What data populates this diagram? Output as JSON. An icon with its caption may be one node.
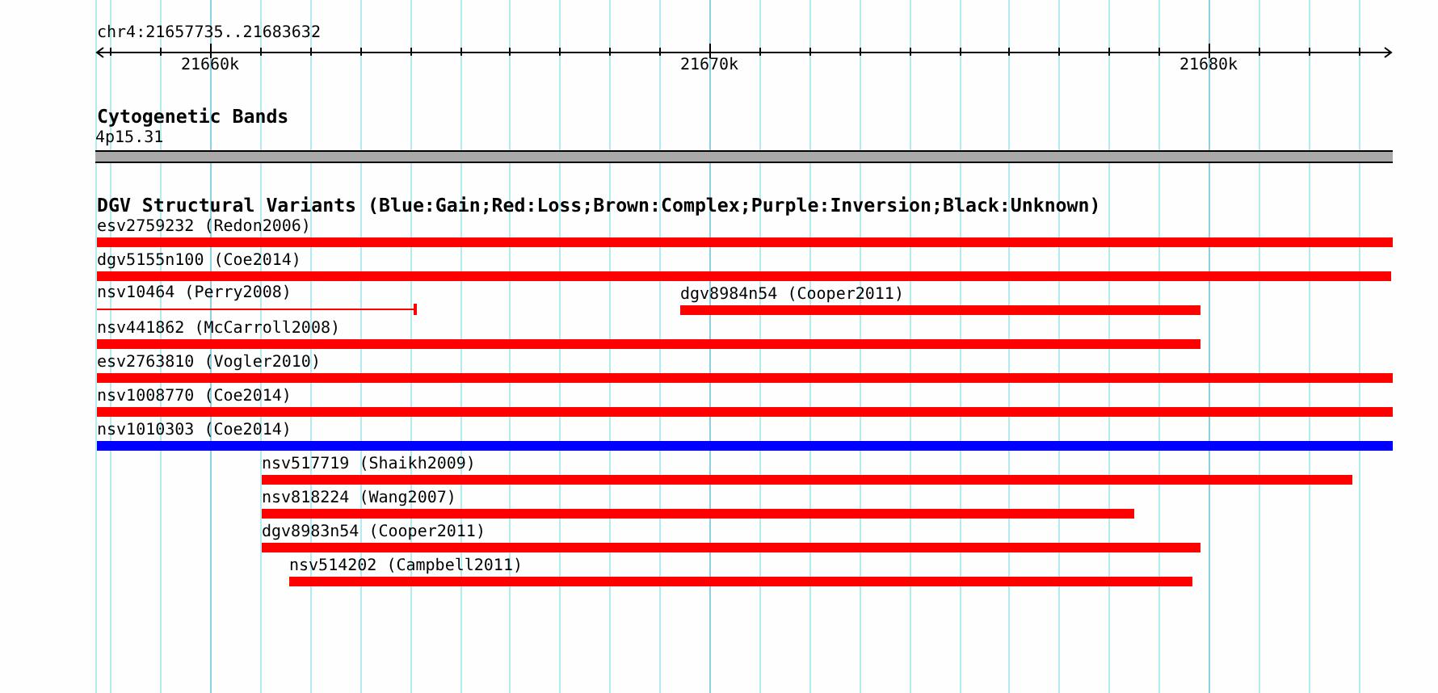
{
  "diagram": {
    "title": "chr4:21657735..21683632",
    "nodes": [
      {
        "text": [
          "4p15.31"
        ]
      },
      {
        "text": [
          "esv2759232 (Redon2006)"
        ]
      },
      {
        "text": [
          "dgv5155n100 (Coe2014)"
        ]
      },
      {
        "text": [
          "nsv10464 (Perry2008)"
        ]
      },
      {
        "text": [
          "dgv8984n54 (Cooper2011)"
        ]
      },
      {
        "text": [
          "nsv441862 (McCarroll2008)"
        ]
      },
      {
        "text": [
          "esv2763810 (Vogler2010)"
        ]
      },
      {
        "text": [
          "nsv1008770 (Coe2014)"
        ]
      },
      {
        "text": [
          "nsv1010303 (Coe2014)"
        ]
      },
      {
        "text": [
          "nsv517719 (Shaikh2009)"
        ]
      },
      {
        "text": [
          "nsv818224 (Wang2007)"
        ]
      },
      {
        "text": [
          "dgv8983n54 (Cooper2011)"
        ]
      },
      {
        "text": [
          "nsv514202 (Campbell2011)"
        ]
      }
    ],
    "labels": [
      "21660k",
      "21670k",
      "21680k",
      "Cytogenetic Bands",
      "DGV Structural Variants (Blue:Gain;Red:Loss;Brown:Complex;Purple:Inversion;Black:Unknown)"
    ]
  }
}
